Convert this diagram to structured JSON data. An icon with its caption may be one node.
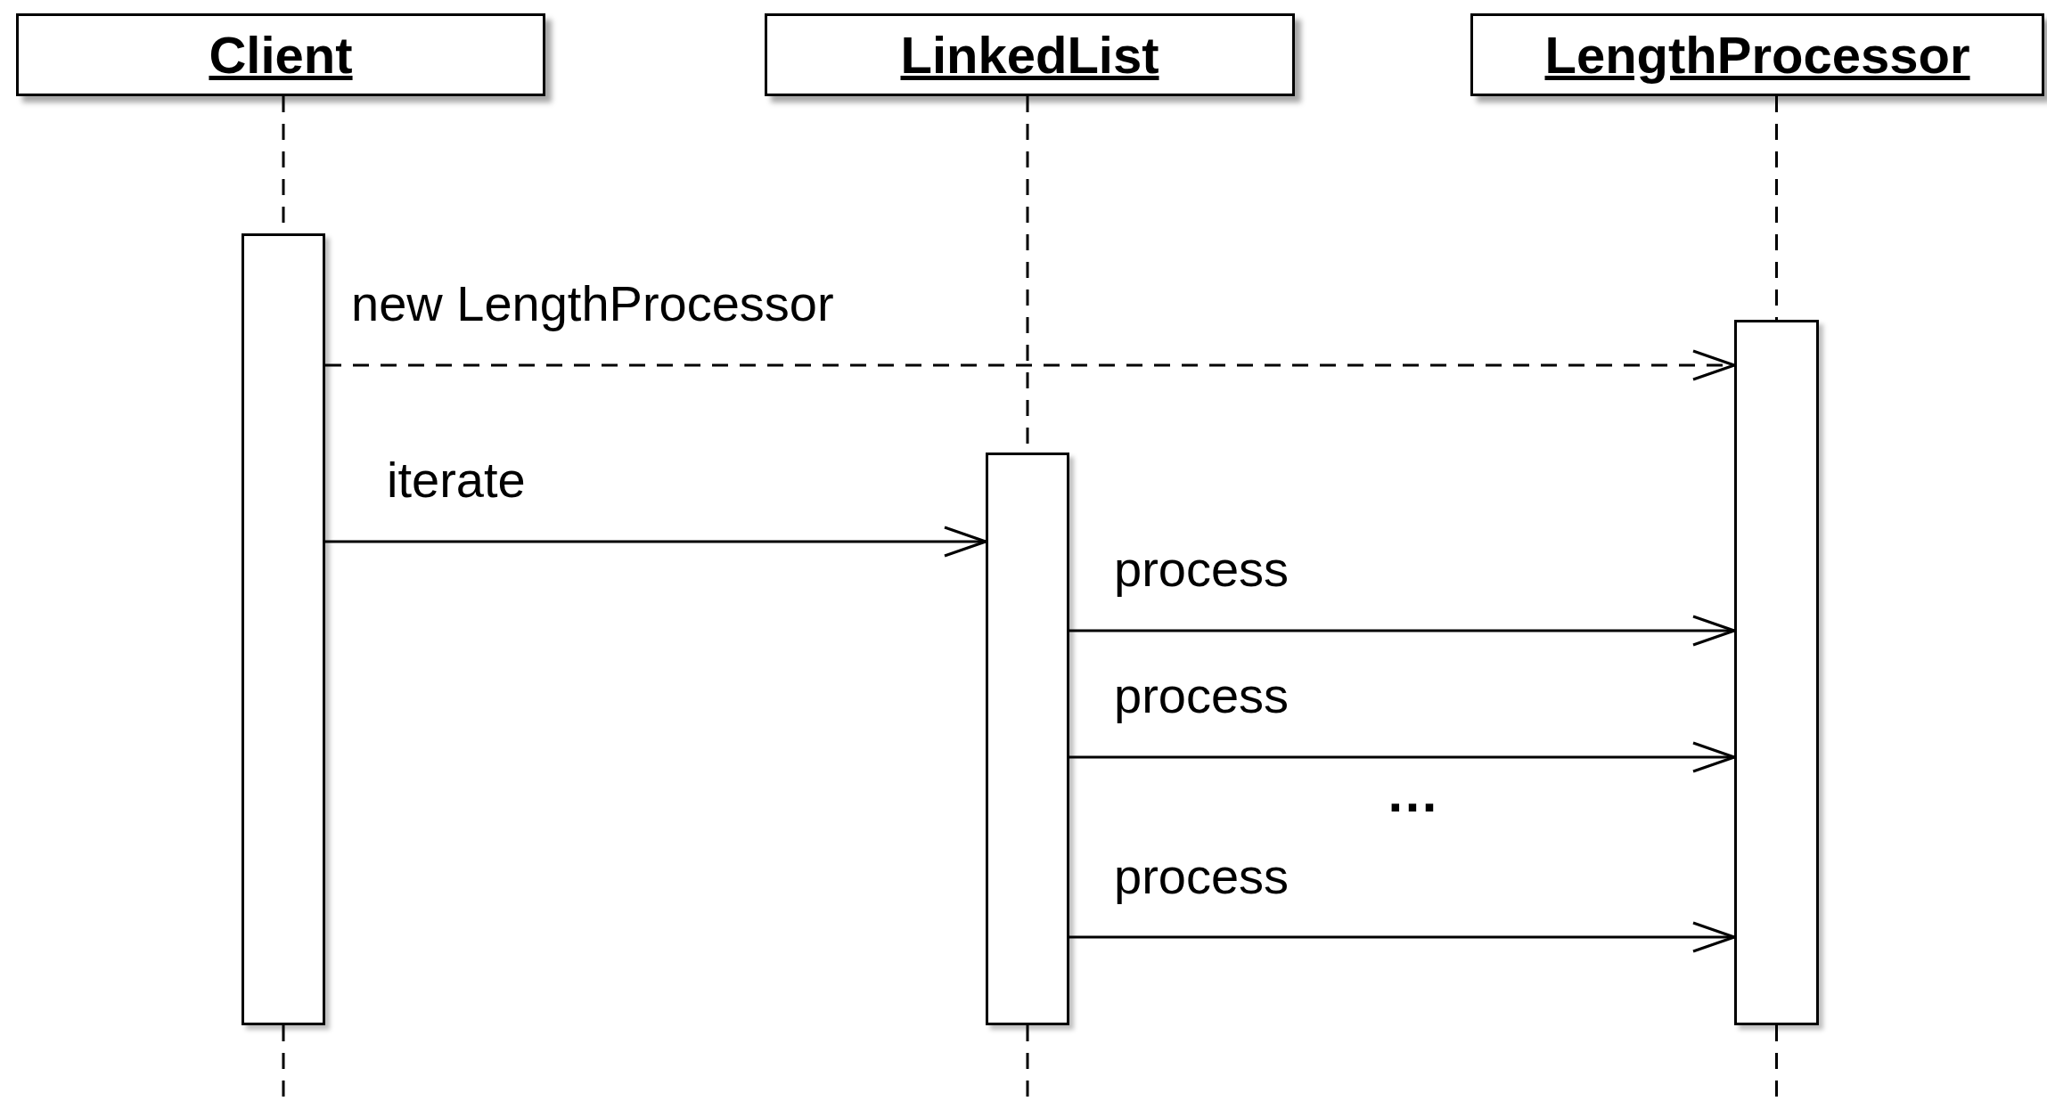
{
  "diagram": {
    "nodes": [
      {
        "text": [
          "Client"
        ]
      },
      {
        "text": [
          "LinkedList"
        ]
      },
      {
        "text": [
          "LengthProcessor"
        ]
      },
      {
        "text": [],
        "shape": "bar"
      },
      {
        "text": [],
        "shape": "bar"
      },
      {
        "text": [],
        "shape": "bar"
      }
    ],
    "edges": [
      {
        "from": 0,
        "to": 3,
        "arrow": "none",
        "style": "dashed"
      },
      {
        "from": 1,
        "to": 4,
        "arrow": "none",
        "style": "dashed"
      },
      {
        "from": 2,
        "to": 5,
        "arrow": "none",
        "style": "dashed"
      },
      {
        "from": 3,
        "to": 5,
        "arrow": "to",
        "label": "new LengthProcessor",
        "style": "dashed"
      },
      {
        "from": 3,
        "to": 4,
        "arrow": "to",
        "label": "iterate"
      },
      {
        "from": 4,
        "to": 5,
        "arrow": "to",
        "label": "process"
      },
      {
        "from": 4,
        "to": 5,
        "arrow": "to",
        "label": "process"
      },
      {
        "from": 4,
        "to": 5,
        "arrow": "to",
        "label": "process"
      }
    ],
    "labels": [
      "…"
    ]
  }
}
